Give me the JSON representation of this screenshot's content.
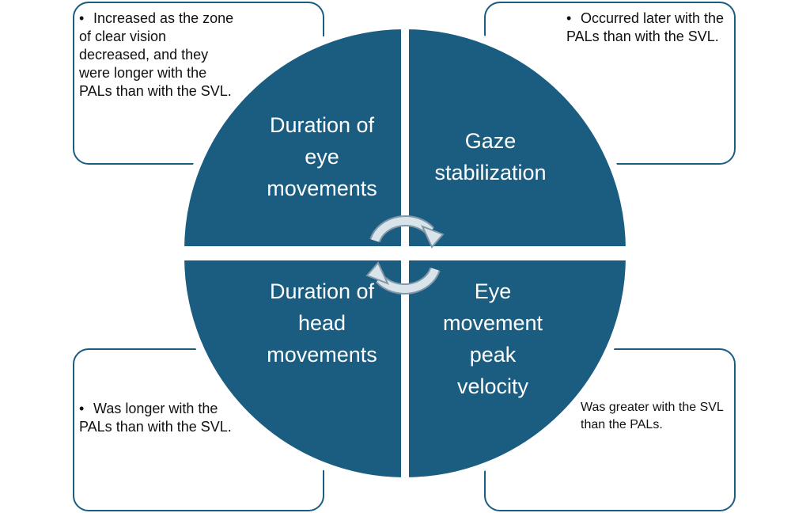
{
  "colors": {
    "quadrant": "#1b5d80",
    "border": "#1b5d80",
    "arrow": "#c9d7e0"
  },
  "quadrants": {
    "top_left": "Duration of eye movements",
    "top_right": "Gaze stabilization",
    "bottom_left": "Duration of head movements",
    "bottom_right": "Eye movement peak velocity"
  },
  "notes": {
    "top_left": "Increased as the zone of clear vision decreased, and they were longer with the PALs than with the SVL.",
    "top_right": "Occurred later with the PALs than with the SVL.",
    "bottom_left": "Was longer with the PALs than with the SVL.",
    "bottom_right": "Was greater with the SVL than the PALs."
  },
  "icons": {
    "cycle_arrows": "circular-arrows-icon",
    "bullet": "bullet-icon"
  }
}
